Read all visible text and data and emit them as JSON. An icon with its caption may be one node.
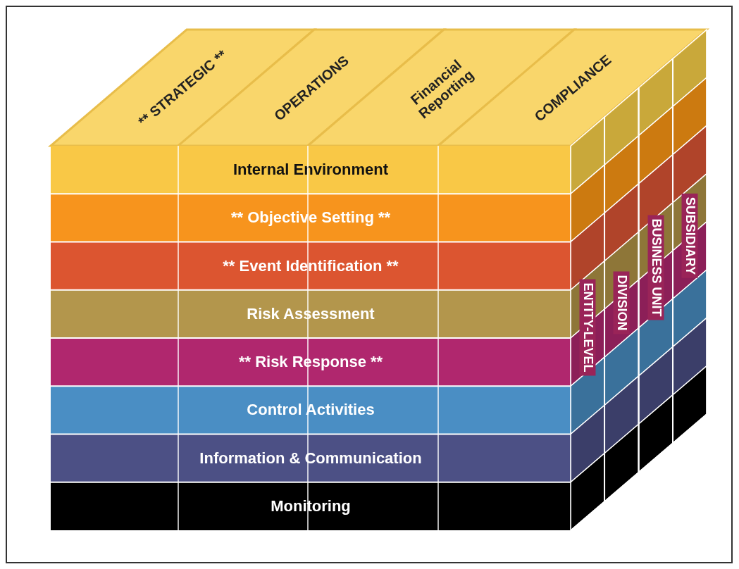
{
  "diagram": {
    "nodes": [
      {
        "text": [
          "** STRATEGIC **"
        ]
      },
      {
        "text": [
          "OPERATIONS"
        ]
      },
      {
        "text": [
          "Financial Reporting"
        ]
      },
      {
        "text": [
          "COMPLIANCE"
        ]
      },
      {
        "text": [
          "Internal Environment"
        ]
      },
      {
        "text": [
          "** Objective Setting **"
        ]
      },
      {
        "text": [
          "** Event Identification **"
        ]
      },
      {
        "text": [
          "Risk Assessment"
        ]
      },
      {
        "text": [
          "** Risk Response **"
        ]
      },
      {
        "text": [
          "Control Activities"
        ]
      },
      {
        "text": [
          "Information & Communication"
        ]
      },
      {
        "text": [
          "Monitoring"
        ]
      },
      {
        "text": [
          "ENTITY-LEVEL"
        ]
      },
      {
        "text": [
          "DIVISION"
        ]
      },
      {
        "text": [
          "BUSINESS UNIT"
        ]
      },
      {
        "text": [
          "SUBSIDIARY"
        ]
      }
    ]
  }
}
